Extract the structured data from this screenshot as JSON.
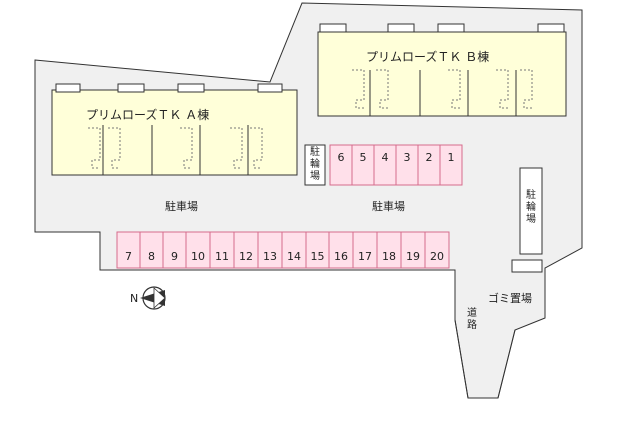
{
  "building_a": {
    "name": "プリムローズＴＫ Ａ棟"
  },
  "building_b": {
    "name": "プリムローズＴＫ Ｂ棟"
  },
  "parking_labels": [
    "駐車場",
    "駐車場"
  ],
  "bike_parking_labels": [
    "駐輪場",
    "駐輪場"
  ],
  "garbage_label": "ゴミ置場",
  "road_label": "道路",
  "north_label": "N",
  "parking_spaces_top": [
    "6",
    "5",
    "4",
    "3",
    "2",
    "1"
  ],
  "parking_spaces_bottom": [
    "7",
    "8",
    "9",
    "10",
    "11",
    "12",
    "13",
    "14",
    "15",
    "16",
    "17",
    "18",
    "19",
    "20"
  ],
  "colors": {
    "site": "#f0f0f0",
    "building": "#ffffd9",
    "parking_space": "#ffe0ea",
    "parking_border": "#d66b8c",
    "line": "#333333"
  }
}
